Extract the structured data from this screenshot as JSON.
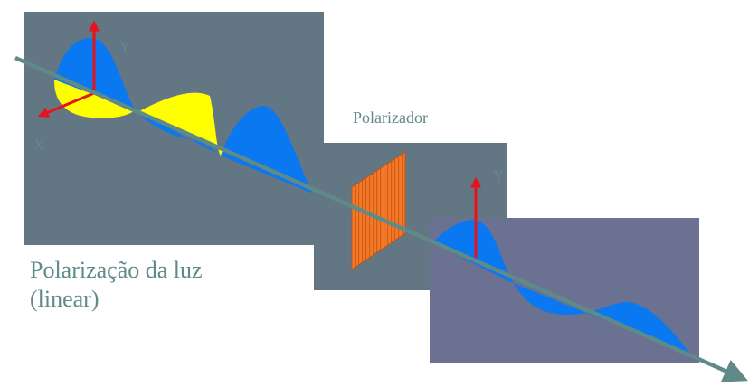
{
  "labels": {
    "axis_y_left": "Y",
    "axis_x_left": "X",
    "axis_y_right": "Y",
    "polarizer": "Polarizador",
    "title_line1": "Polarização da luz",
    "title_line2": "(linear)"
  },
  "colors": {
    "panel_left": "#627683",
    "panel_middle": "#627683",
    "panel_right": "#6b7191",
    "wave_blue": "#0a78f0",
    "wave_yellow": "#ffff00",
    "beam": "#5f8a88",
    "axis_arrow": "#e8121a",
    "polarizer": "#f07a2a",
    "label_text": "#5f8a88"
  }
}
